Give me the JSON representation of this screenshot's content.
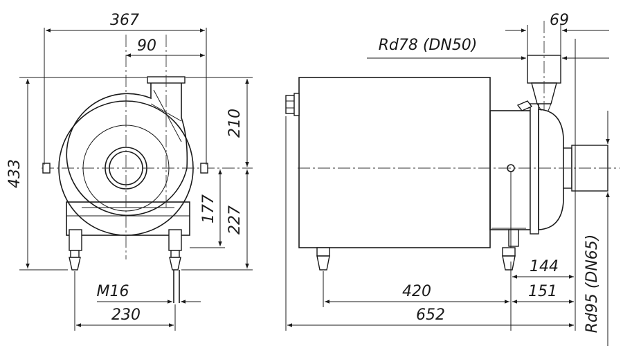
{
  "front_view": {
    "overall_width": "367",
    "outlet_offset": "90",
    "overall_height": "433",
    "top_height": "210",
    "axis_height": "227",
    "axis_height_feet": "177",
    "foot_thread": "M16",
    "foot_spacing": "230"
  },
  "side_view": {
    "outlet_width": "69",
    "outlet_connection": "Rd78 (DN50)",
    "inlet_connection": "Rd95 (DN65)",
    "foot_spacing": "420",
    "inlet_to_foot": "144",
    "inlet_to_foot_2": "151",
    "overall_length": "652"
  }
}
